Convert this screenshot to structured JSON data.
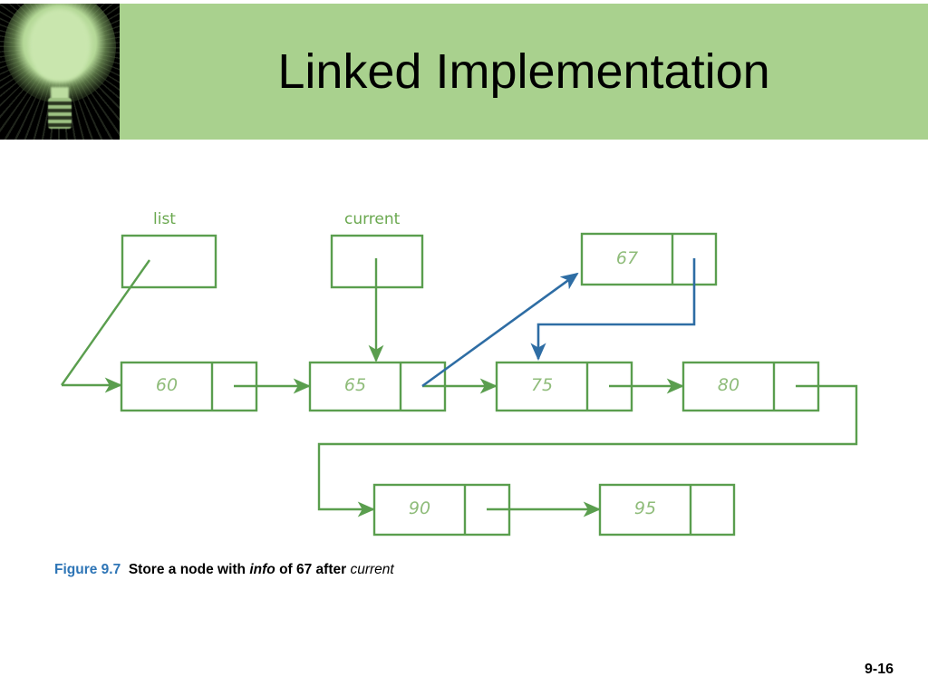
{
  "slide": {
    "title": "Linked Implementation",
    "page_number": "9-16",
    "header_color": "#a9d18e",
    "node_color": "#6aa84f",
    "pointer_color": "#2e6da4",
    "figure_number_color": "#2e75b6"
  },
  "logo": {
    "icon": "lightbulb-icon"
  },
  "diagram": {
    "pointer_labels": [
      {
        "name": "list",
        "text": "list"
      },
      {
        "name": "current",
        "text": "current"
      }
    ],
    "nodes": [
      {
        "id": "node-60",
        "info": "60",
        "link": "next"
      },
      {
        "id": "node-65",
        "info": "65",
        "link": "next"
      },
      {
        "id": "node-67",
        "info": "67",
        "link": "next"
      },
      {
        "id": "node-75",
        "info": "75",
        "link": "next"
      },
      {
        "id": "node-80",
        "info": "80",
        "link": "next"
      },
      {
        "id": "node-90",
        "info": "90",
        "link": "next"
      },
      {
        "id": "node-95",
        "info": "95",
        "link": "null"
      }
    ],
    "new_node_value": "67",
    "green_edges": [
      "list -> 60",
      "60 -> 65",
      "65 -> 75",
      "current -> 65",
      "75 -> 80",
      "80 -> 90",
      "90 -> 95"
    ],
    "blue_edges": [
      "65.link -> 67",
      "67.link -> 75"
    ]
  },
  "caption": {
    "figure_number": "Figure 9.7",
    "text_before": "Store a node with",
    "emphasis_info": "info",
    "text_middle": "of 67 after",
    "emphasis_current": "current"
  }
}
